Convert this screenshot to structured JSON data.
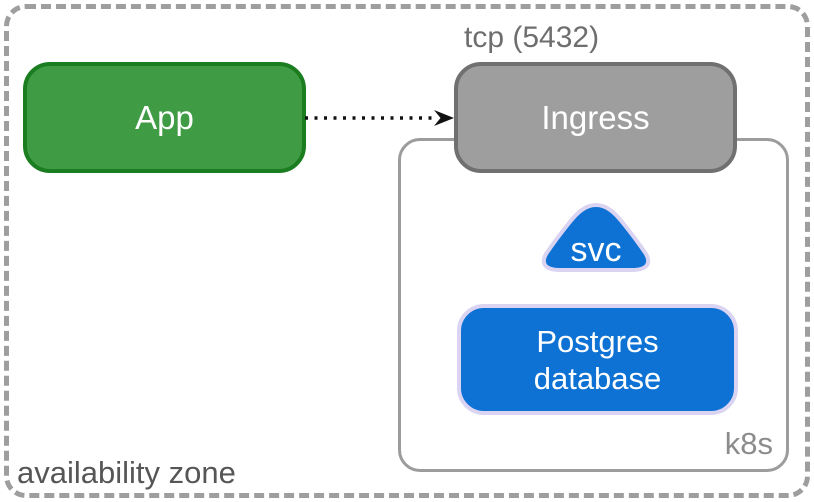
{
  "colors": {
    "az-border": "#9e9e9e",
    "az-text": "#565656",
    "k8s-border": "#9c9c9c",
    "k8s-text": "#8c8c8c",
    "edge-label-text": "#6e6e6e",
    "app-fill": "#3f9b44",
    "app-border": "#1a7d1f",
    "ingress-fill": "#9e9e9e",
    "ingress-border": "#707070",
    "blue-fill": "#0d72d4",
    "blue-border": "#dad4f2",
    "node-text": "#ffffff",
    "arrow": "#111111"
  },
  "diagram": {
    "availability_zone": {
      "label": "availability zone"
    },
    "k8s_cluster": {
      "label": "k8s"
    },
    "nodes": {
      "app": {
        "label": "App"
      },
      "ingress": {
        "label": "Ingress"
      },
      "svc": {
        "label": "svc"
      },
      "postgres": {
        "line1": "Postgres",
        "line2": "database"
      }
    },
    "edge": {
      "label": "tcp (5432)",
      "from": "App",
      "to": "Ingress",
      "style": "dotted-arrow"
    }
  }
}
